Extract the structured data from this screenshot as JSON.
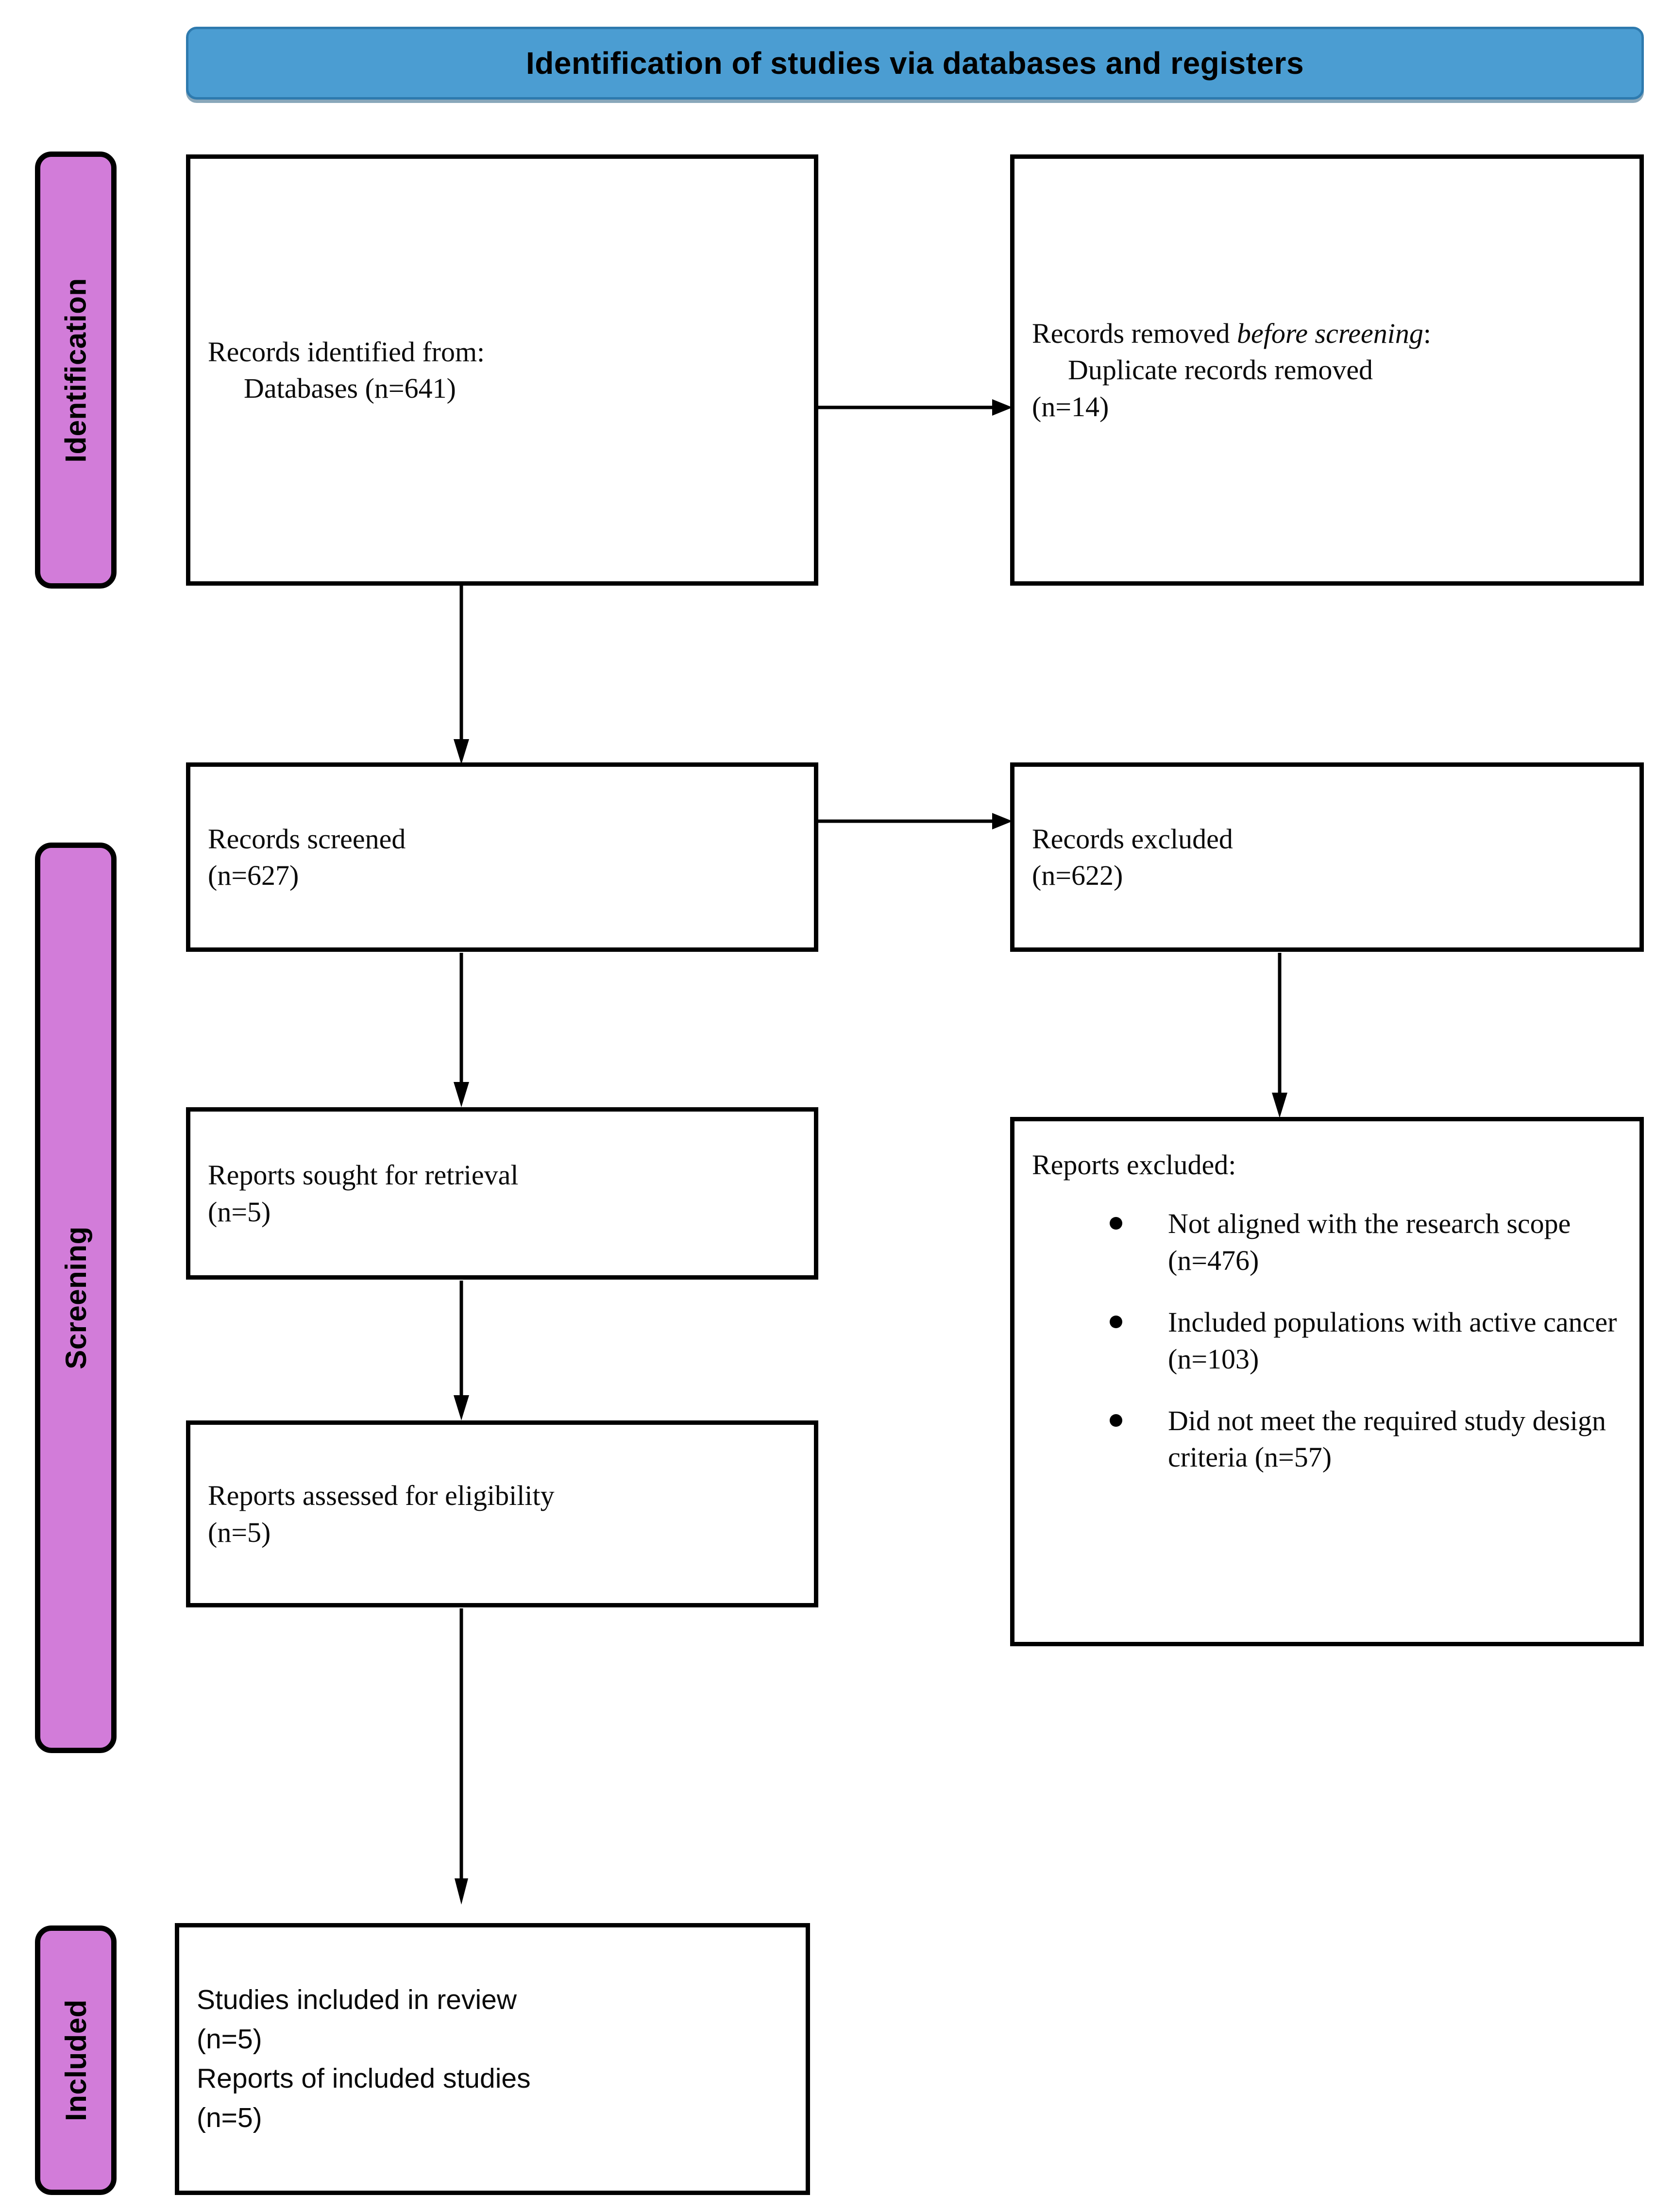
{
  "banner": {
    "title": "Identification of studies via databases and registers"
  },
  "stages": [
    {
      "id": "identification",
      "label": "Identification"
    },
    {
      "id": "screening",
      "label": "Screening"
    },
    {
      "id": "included",
      "label": "Included"
    }
  ],
  "boxes": {
    "identified": {
      "line1": "Records identified from:",
      "line2": "Databases (n=641)"
    },
    "removed": {
      "line1_plain": "Records removed ",
      "line1_italic": "before screening",
      "line1_tail": ":",
      "line2": "Duplicate records removed",
      "line3": "(n=14)"
    },
    "screened": {
      "line1": "Records screened",
      "line2": "(n=627)"
    },
    "records_excluded": {
      "line1": "Records excluded",
      "line2": "(n=622)"
    },
    "sought": {
      "line1": "Reports sought for retrieval",
      "line2": "(n=5)"
    },
    "assessed": {
      "line1": "Reports assessed for eligibility",
      "line2": "(n=5)"
    },
    "reports_excluded": {
      "heading": "Reports excluded:",
      "items": [
        {
          "line1": "Not aligned with the",
          "line2": "research scope (n=476)",
          "line3": ""
        },
        {
          "line1": "Included populations with",
          "line2": "active cancer (n=103)",
          "line3": ""
        },
        {
          "line1": "Did not meet the required",
          "line2": "study design criteria",
          "line3": "(n=57)"
        }
      ]
    },
    "included": {
      "line1": "Studies included in review",
      "line2": "(n=5)",
      "line3": "Reports of included studies",
      "line4": "(n=5)"
    }
  },
  "colors": {
    "banner_fill": "#4b9dd2",
    "banner_border": "#2e7aae",
    "stage_fill": "#d27cd9",
    "stage_border": "#000000",
    "box_border": "#000000",
    "arrow": "#000000",
    "text": "#0a0a0a"
  },
  "arrows": [
    {
      "name": "identified-to-removed",
      "direction": "right"
    },
    {
      "name": "identified-to-screened",
      "direction": "down"
    },
    {
      "name": "screened-to-records-excluded",
      "direction": "right"
    },
    {
      "name": "records-excluded-to-reports-excluded",
      "direction": "down"
    },
    {
      "name": "screened-to-sought",
      "direction": "down"
    },
    {
      "name": "sought-to-assessed",
      "direction": "down"
    },
    {
      "name": "assessed-to-included",
      "direction": "down"
    }
  ]
}
